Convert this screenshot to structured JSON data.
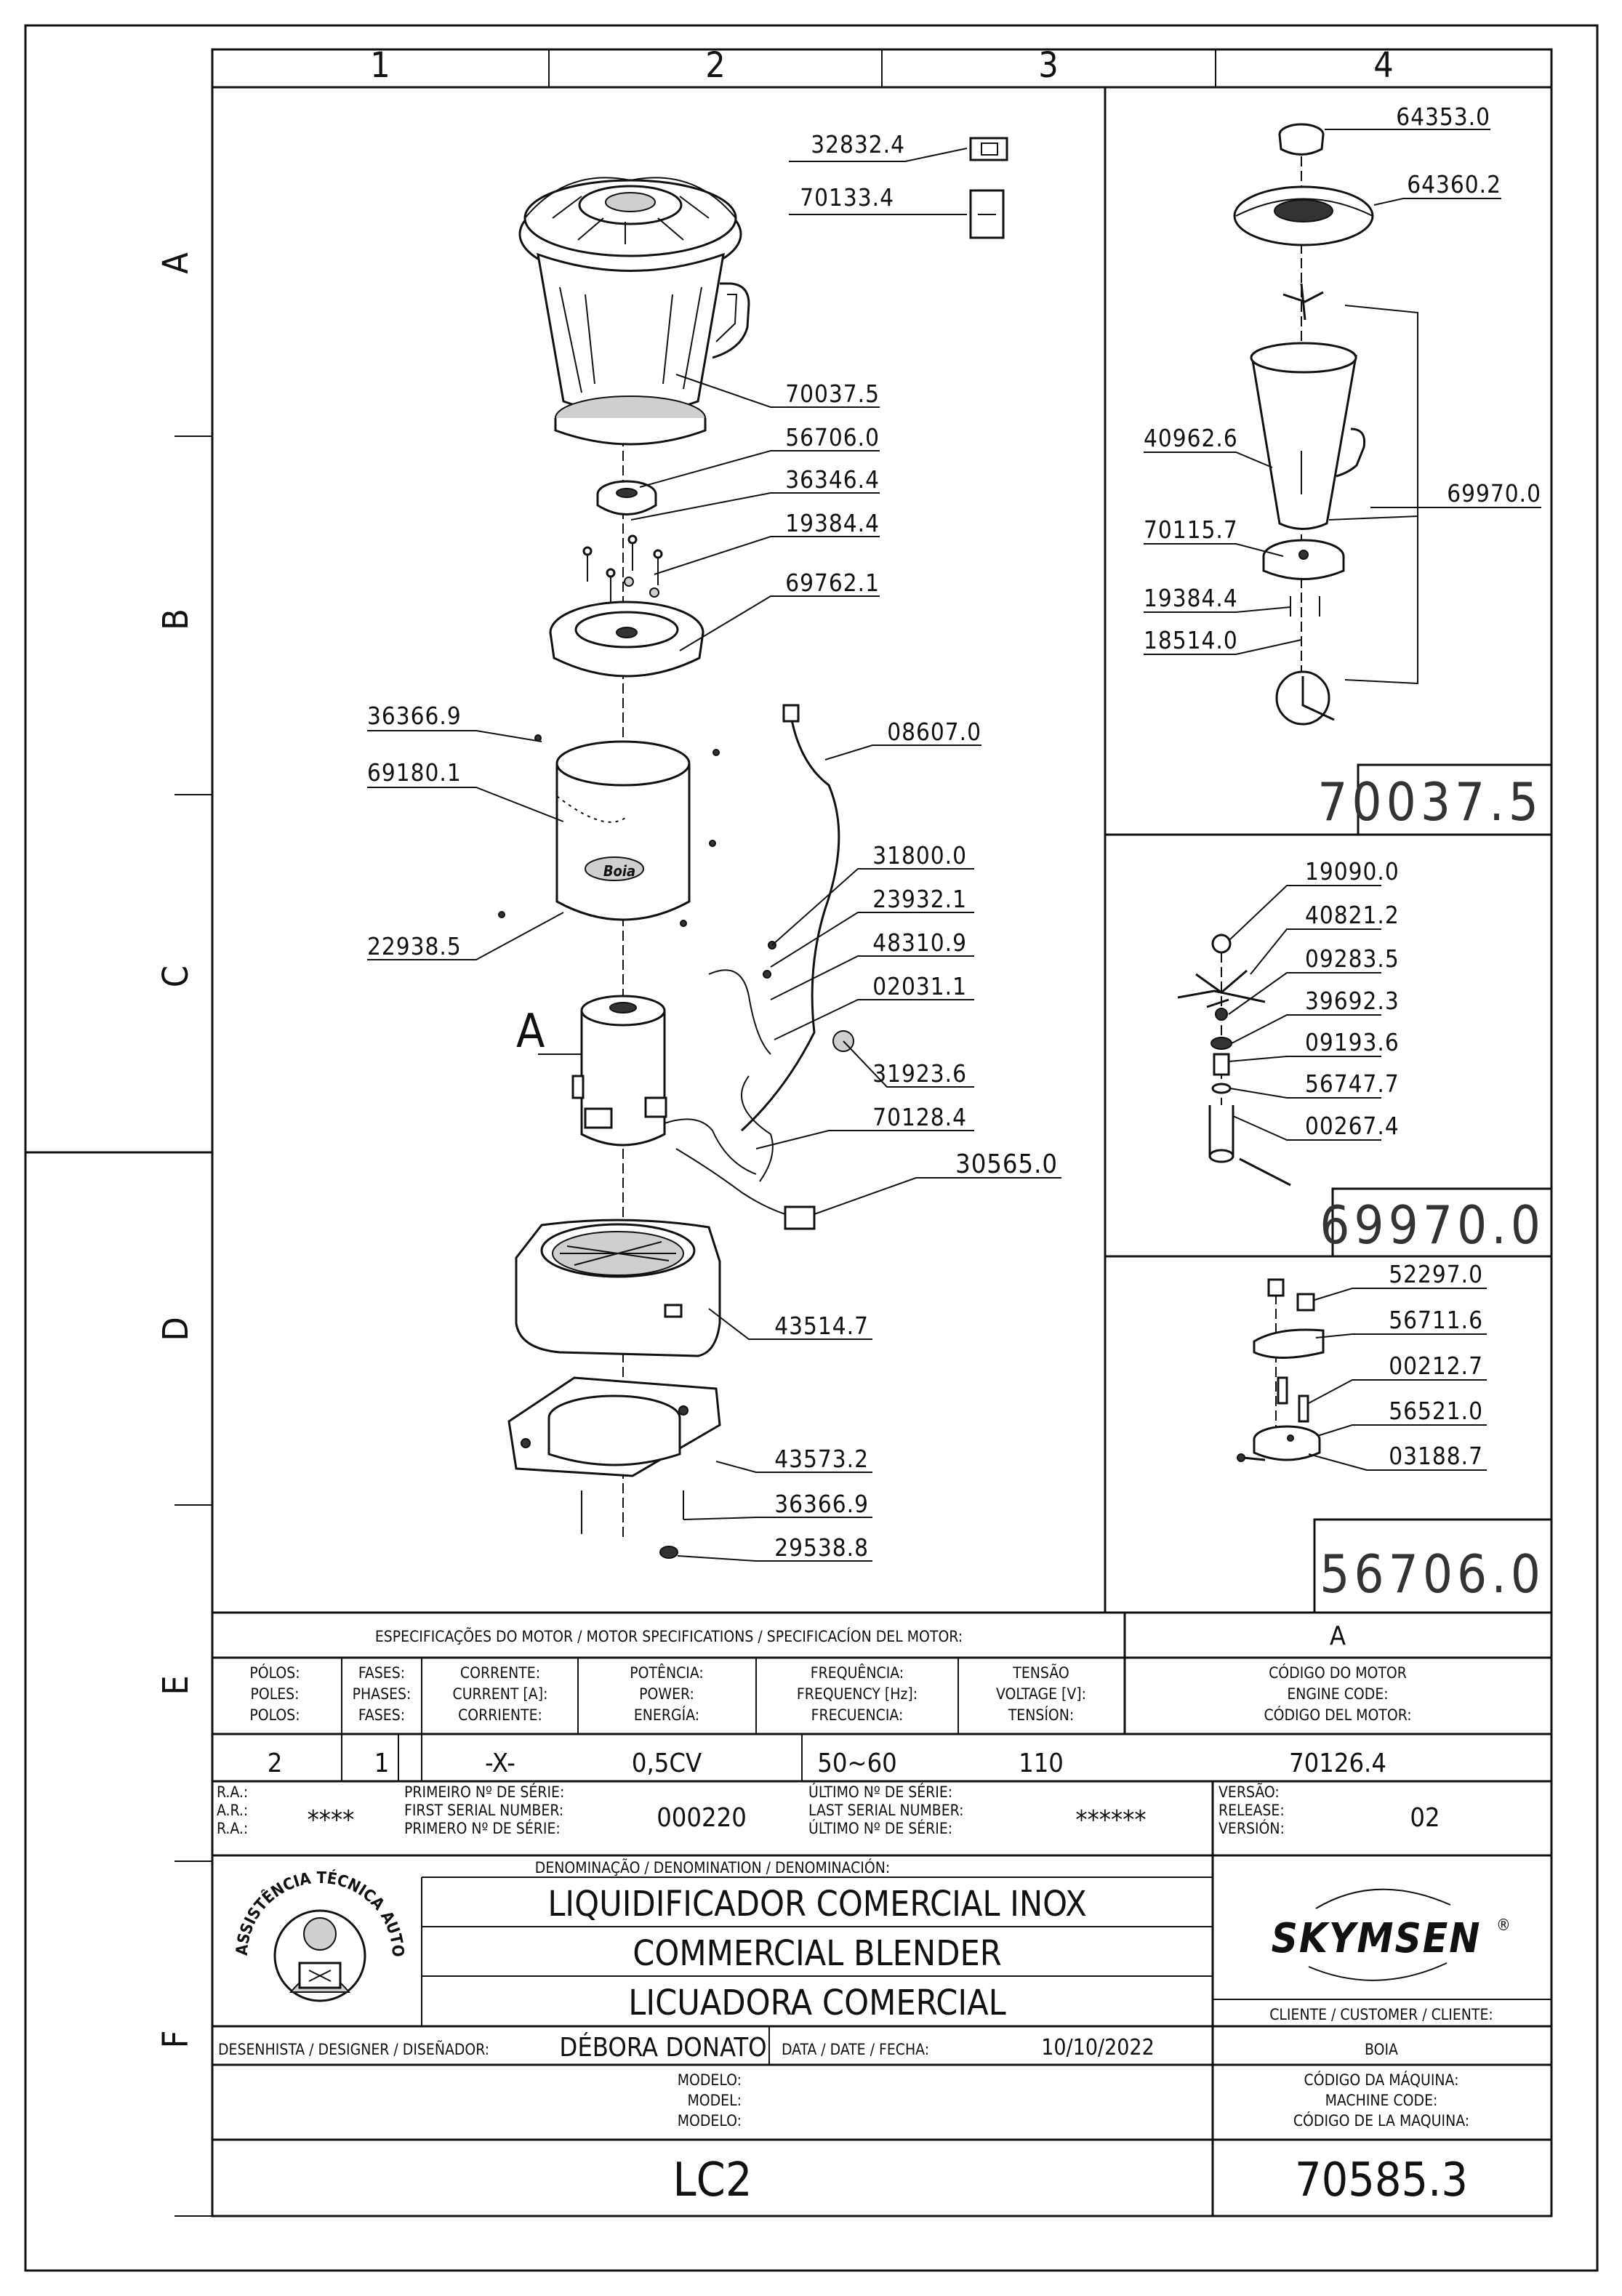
{
  "grid": {
    "columns": [
      "1",
      "2",
      "3",
      "4"
    ],
    "rows": [
      "A",
      "B",
      "C",
      "D",
      "E",
      "F"
    ]
  },
  "main_assembly": {
    "callouts": [
      "32832.4",
      "70133.4",
      "70037.5",
      "56706.0",
      "36346.4",
      "19384.4",
      "69762.1",
      "36366.9",
      "69180.1",
      "08607.0",
      "31800.0",
      "23932.1",
      "48310.9",
      "02031.1",
      "31923.6",
      "22938.5",
      "70128.4",
      "30565.0",
      "43514.7",
      "43573.2",
      "36366.9",
      "29538.8"
    ],
    "motor_tag": "A",
    "brand_badge": "Boia"
  },
  "detail_jar": {
    "callouts": [
      "64353.0",
      "64360.2",
      "40962.6",
      "69970.0",
      "70115.7",
      "19384.4",
      "18514.0"
    ],
    "ref_code": "70037.5"
  },
  "detail_knife": {
    "callouts": [
      "19090.0",
      "40821.2",
      "09283.5",
      "39692.3",
      "09193.6",
      "56747.7",
      "00267.4"
    ],
    "ref_code": "69970.0"
  },
  "detail_coupling": {
    "callouts": [
      "52297.0",
      "56711.6",
      "00212.7",
      "56521.0",
      "03188.7"
    ],
    "ref_code": "56706.0"
  },
  "title_block": {
    "motor_spec_title": "ESPECIFICAÇÕES DO MOTOR / MOTOR SPECIFICATIONS / SPECIFICACÍON DEL MOTOR:",
    "motor_ref": "A",
    "headers": {
      "poles": [
        "PÓLOS:",
        "POLES:",
        "POLOS:"
      ],
      "phases": [
        "FASES:",
        "PHASES:",
        "FASES:"
      ],
      "current": [
        "CORRENTE:",
        "CURRENT [A]:",
        "CORRIENTE:"
      ],
      "power": [
        "POTÊNCIA:",
        "POWER:",
        "ENERGÍA:"
      ],
      "frequency": [
        "FREQUÊNCIA:",
        "FREQUENCY [Hz]:",
        "FRECUENCIA:"
      ],
      "voltage": [
        "TENSÃO",
        "VOLTAGE [V]:",
        "TENSÍON:"
      ],
      "engine_code": [
        "CÓDIGO DO MOTOR",
        "ENGINE CODE:",
        "CÓDIGO DEL MOTOR:"
      ]
    },
    "values": {
      "poles": "2",
      "phases": "1",
      "current": "-X-",
      "power": "0,5CV",
      "frequency": "50~60",
      "voltage": "110",
      "engine_code": "70126.4"
    },
    "ra_labels": [
      "R.A.:",
      "A.R.:",
      "R.A.:"
    ],
    "ra_value": "****",
    "first_serial_labels": [
      "PRIMEIRO Nº DE SÉRIE:",
      "FIRST SERIAL NUMBER:",
      "PRIMERO Nº DE SÉRIE:"
    ],
    "first_serial_value": "000220",
    "last_serial_labels": [
      "ÚLTIMO Nº DE SÉRIE:",
      "LAST SERIAL NUMBER:",
      "ÚLTIMO Nº DE SÉRIE:"
    ],
    "last_serial_value": "******",
    "version_labels": [
      "VERSÃO:",
      "RELEASE:",
      "VERSIÓN:"
    ],
    "version_value": "02",
    "denomination_label": "DENOMINAÇÃO / DENOMINATION / DENOMINACIÓN:",
    "product_names": [
      "LIQUIDIFICADOR COMERCIAL INOX",
      "COMMERCIAL BLENDER",
      "LICUADORA COMERCIAL"
    ],
    "seal_text": "ASSISTÊNCIA TÉCNICA AUTORIZADA",
    "brand": "SKYMSEN",
    "brand_mark": "®",
    "customer_label": "CLIENTE / CUSTOMER / CLIENTE:",
    "customer_value": "BOIA",
    "designer_label": "DESENHISTA / DESIGNER / DISEÑADOR:",
    "designer_value": "DÉBORA DONATO",
    "date_label": "DATA / DATE / FECHA:",
    "date_value": "10/10/2022",
    "model_labels": [
      "MODELO:",
      "MODEL:",
      "MODELO:"
    ],
    "model_value": "LC2",
    "machine_code_labels": [
      "CÓDIGO DA MÁQUINA:",
      "MACHINE CODE:",
      "CÓDIGO DE LA MAQUINA:"
    ],
    "machine_code_value": "70585.3"
  }
}
